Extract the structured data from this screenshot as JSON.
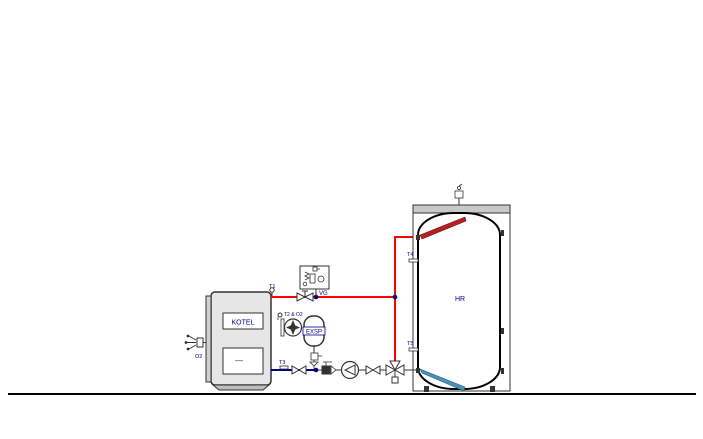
{
  "labels": {
    "boiler": "KOTEL",
    "boiler_lower": "—",
    "tank": "HR",
    "expansion": "EXSP",
    "valve_group": "VG",
    "sensor_t1": "T1",
    "sensor_t2_o2": "T2 & O2",
    "sensor_t3": "T3",
    "sensor_t4": "T4",
    "sensor_t5": "T5",
    "sensor_o2": "O2"
  },
  "colors": {
    "supply_pipe": "#ff0000",
    "return_pipe": "#00007f",
    "coil_hot": "#b22222",
    "coil_cold": "#4a90b8",
    "boiler_fill": "#e6e6e6",
    "tank_fill": "#ffffff",
    "tank_cover": "#c8c8c8",
    "label_text": "#00007f",
    "floor": "#000000"
  }
}
